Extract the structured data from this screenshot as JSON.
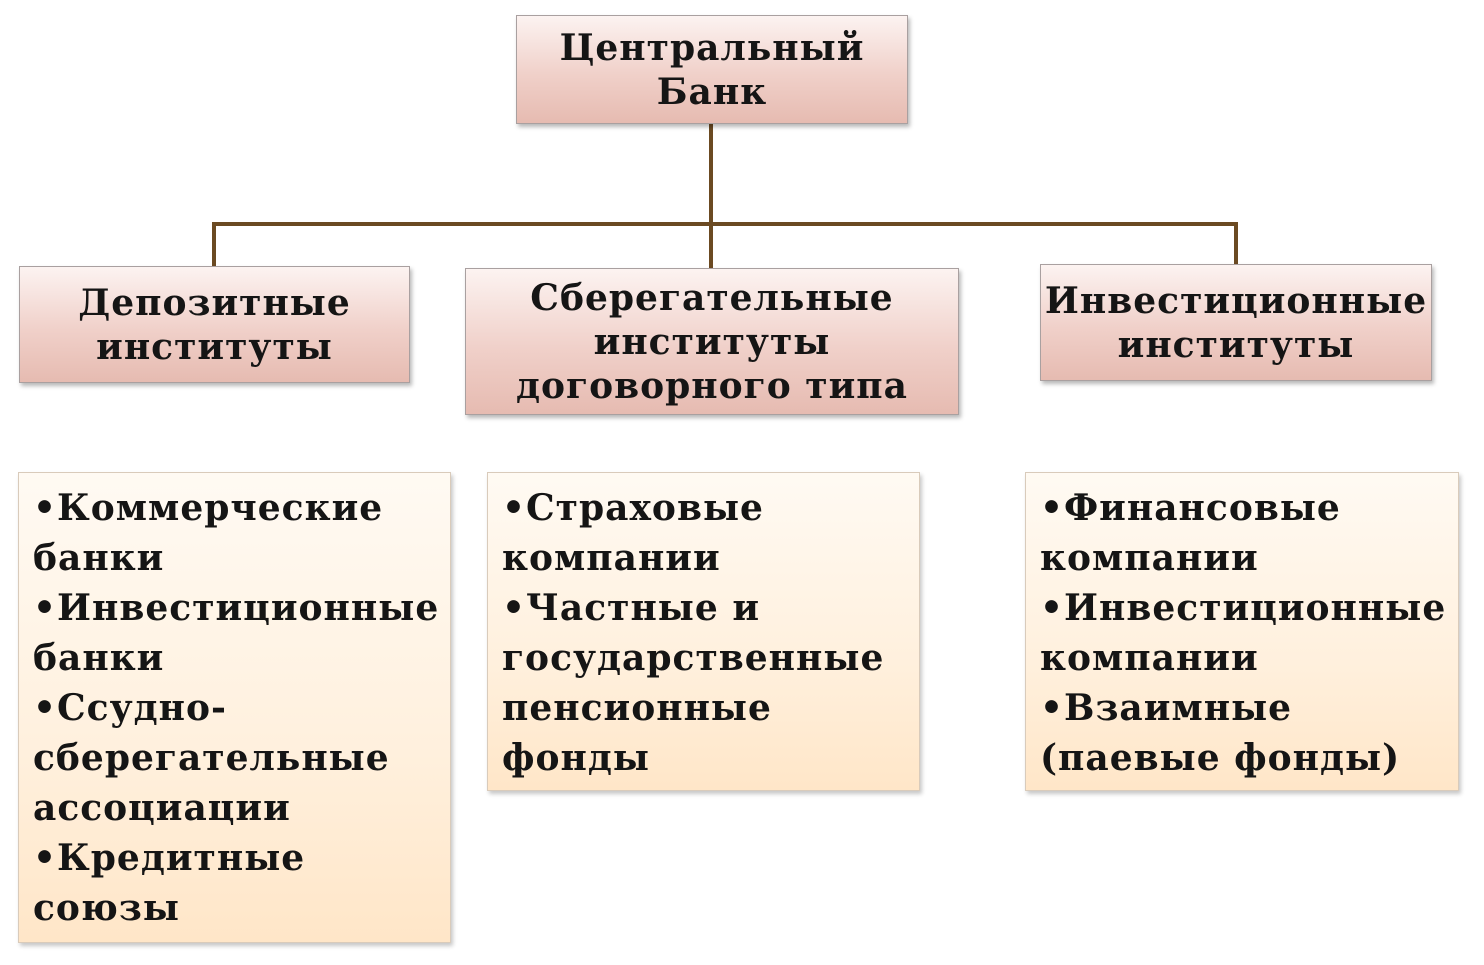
{
  "diagram": {
    "root": {
      "label": "Центральный\nБанк"
    },
    "categories": [
      {
        "label": "Депозитные\nинституты"
      },
      {
        "label": "Сберегательные\nинституты\nдоговорного типа"
      },
      {
        "label": "Инвестиционные\nинституты"
      }
    ],
    "lists": [
      {
        "items": [
          "Коммерческие\nбанки",
          "Инвестиционные\nбанки",
          "Ссудно-\nсберегательные\nассоциации",
          "Кредитные\nсоюзы"
        ]
      },
      {
        "items": [
          "Страховые\nкомпании",
          "Частные и\nгосударственные\nпенсионные\nфонды"
        ]
      },
      {
        "items": [
          "Финансовые\nкомпании",
          "Инвестиционные\nкомпании",
          "Взаимные\n(паевые фонды)"
        ]
      }
    ]
  }
}
